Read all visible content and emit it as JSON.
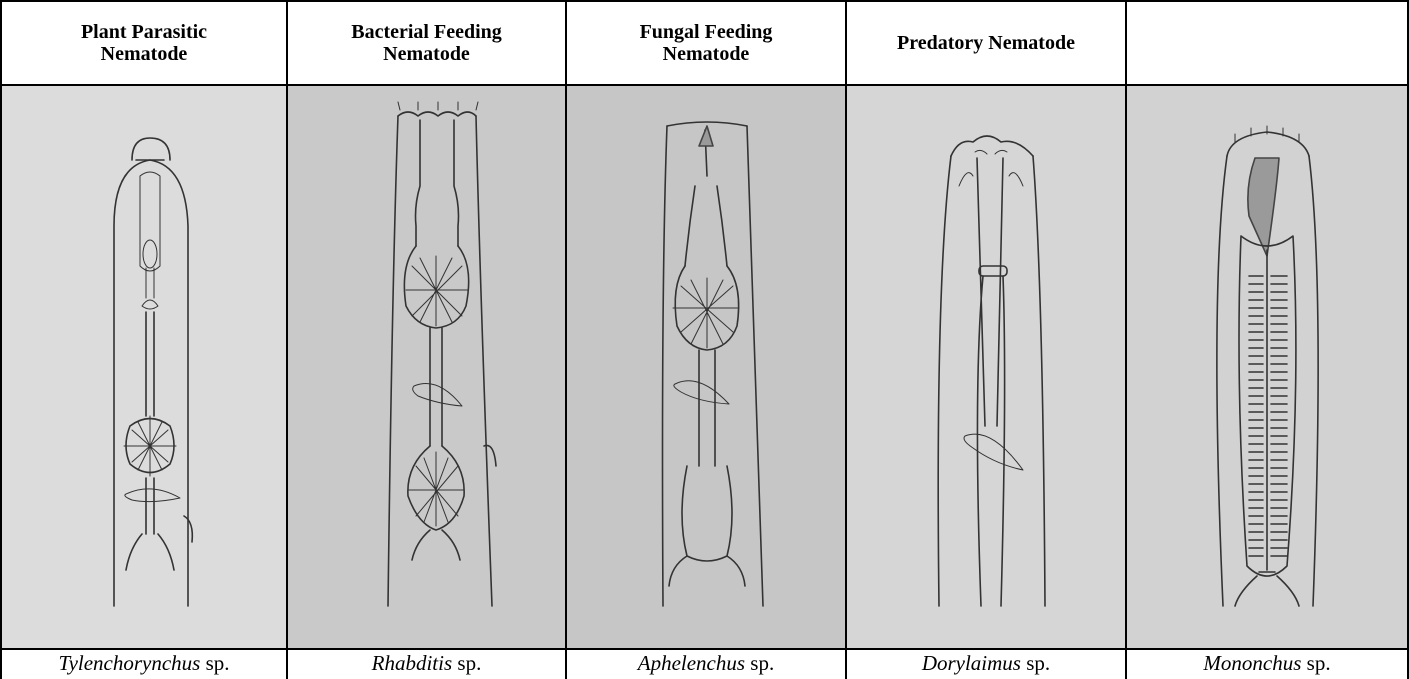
{
  "headers": [
    {
      "line1": "Plant Parasitic",
      "line2": "Nematode"
    },
    {
      "line1": "Bacterial Feeding",
      "line2": "Nematode"
    },
    {
      "line1": "Fungal Feeding",
      "line2": "Nematode"
    },
    {
      "line1": "Predatory Nematode",
      "line2": ""
    },
    {
      "line1": "",
      "line2": ""
    }
  ],
  "captions": [
    {
      "genus": "Tylenchorynchus",
      "suffix": " sp."
    },
    {
      "genus": "Rhabditis",
      "suffix": " sp."
    },
    {
      "genus": "Aphelenchus",
      "suffix": " sp."
    },
    {
      "genus": "Dorylaimus",
      "suffix": " sp."
    },
    {
      "genus": "Mononchus",
      "suffix": " sp."
    }
  ],
  "colors": {
    "paper_1": "#dcdcdc",
    "paper_2": "#c9c9c9",
    "paper_3": "#c6c6c6",
    "paper_4": "#d6d6d6",
    "paper_5": "#d2d2d2",
    "ink": "#333333"
  }
}
